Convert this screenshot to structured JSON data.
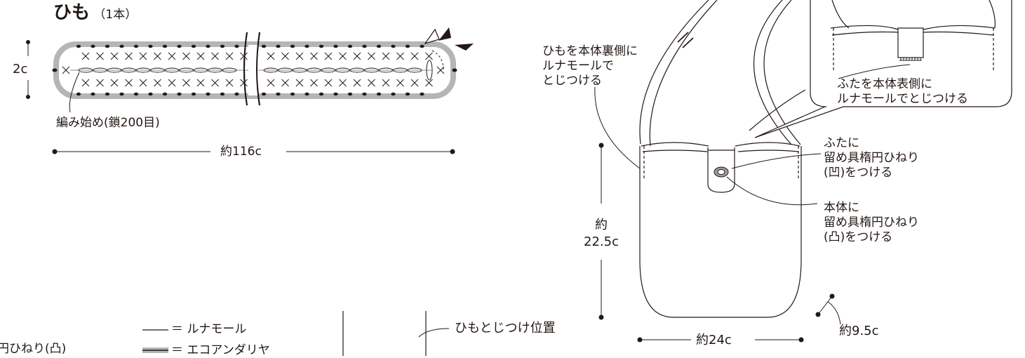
{
  "strap": {
    "title": "ひも",
    "count": "（1本）",
    "height_dim": "2c",
    "start_label": "編み始め(鎖200目)",
    "length_dim": "約116c"
  },
  "bag": {
    "strap_attach": [
      "ひもを本体裏側に",
      "ルナモールで",
      "とじつける"
    ],
    "lid_attach": [
      "ふたを本体表側に",
      "ルナモールでとじつける"
    ],
    "lid_snap": [
      "ふたに",
      "留め具楕円ひねり",
      "(凹)をつける"
    ],
    "body_snap": [
      "本体に",
      "留め具楕円ひねり",
      "(凸)をつける"
    ],
    "height_dim": [
      "約",
      "22.5c"
    ],
    "width_dim": "約24c",
    "depth_dim": "約9.5c"
  },
  "legend": {
    "snap_partial": "円ひねり(凸)",
    "yarn_luna": "＝ ルナモール",
    "yarn_eco": "＝ エコアンダリヤ",
    "strap_position": "ひもとじつけ位置"
  }
}
